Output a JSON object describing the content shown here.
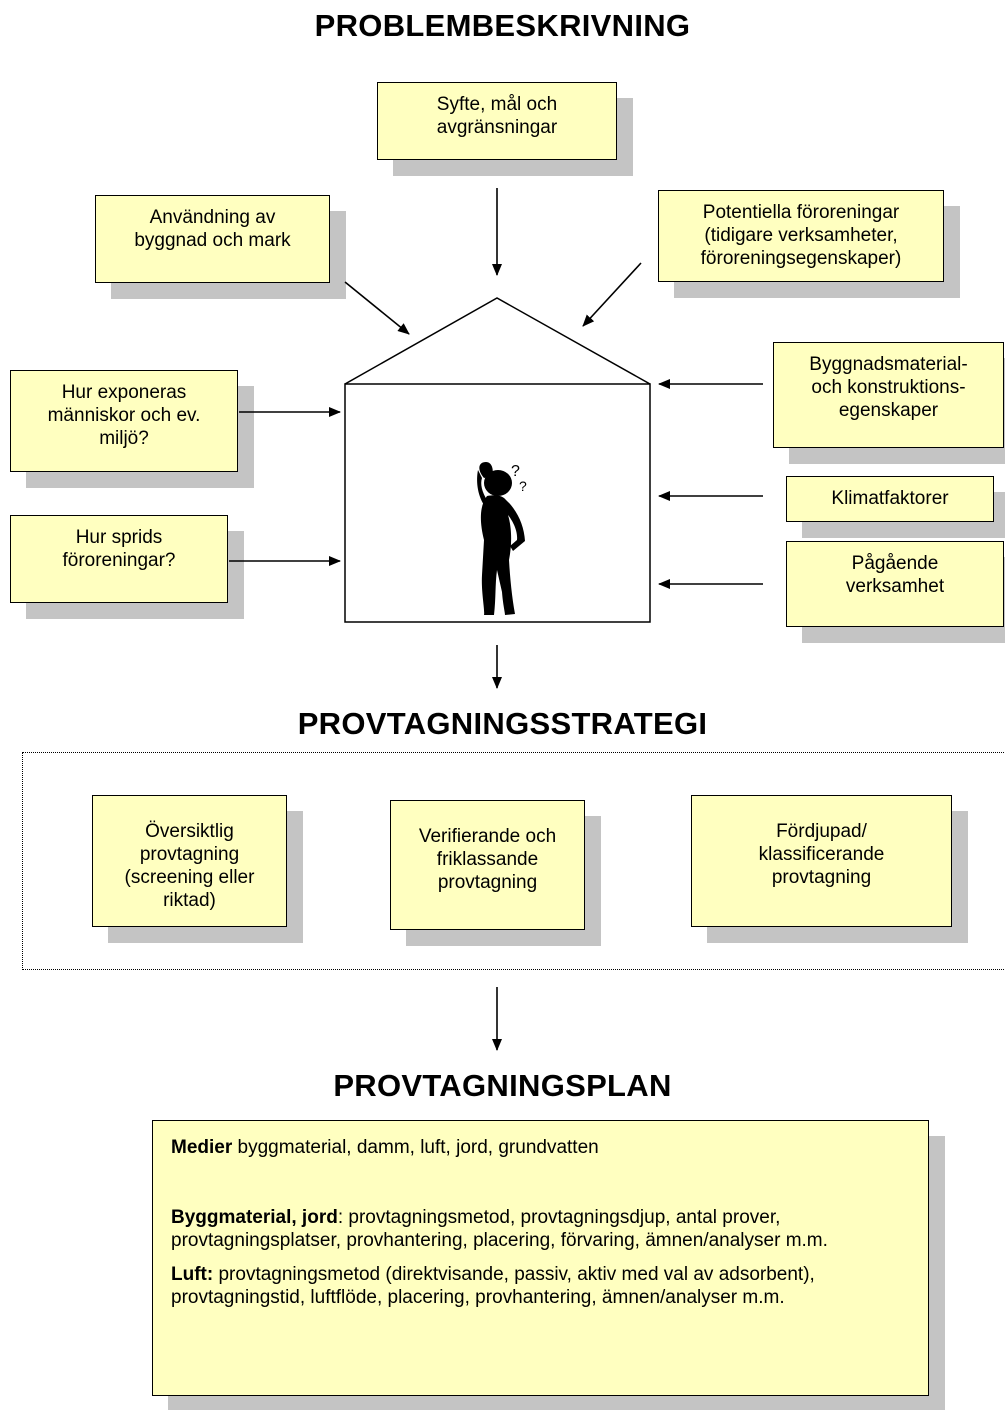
{
  "headings": {
    "problem": "PROBLEMBESKRIVNING",
    "strategy": "PROVTAGNINGSSTRATEGI",
    "plan": "PROVTAGNINGSPLAN"
  },
  "inputs": {
    "syfte": "Syfte, mål och\navgränsningar",
    "anvandning": "Användning av\nbyggnad och mark",
    "potentiella": "Potentiella föroreningar\n(tidigare verksamheter,\nföroreningsegenskaper)",
    "exponeras": "Hur exponeras\nmänniskor och ev.\nmiljö?",
    "sprids": "Hur sprids\nföroreningar?",
    "byggnadsmaterial": "Byggnadsmaterial-\noch konstruktions-\negenskaper",
    "klimat": "Klimatfaktorer",
    "pagaende": "Pågående\nverksamhet"
  },
  "strategy": {
    "oversiktlig": "Översiktlig\nprovtagning\n(screening eller\nriktad)",
    "verifierande": "Verifierande och\nfriklassande\nprovtagning",
    "fordjupad": "Fördjupad/\nklassificerande\nprovtagning"
  },
  "plan": {
    "medier_label": "Medier",
    "medier_text": " byggmaterial, damm, luft, jord, grundvatten",
    "bygg_label": "Byggmaterial, jord",
    "bygg_text": ": provtagningsmetod, provtagningsdjup, antal prover, provtagningsplatser, provhantering, placering, förvaring, ämnen/analyser m.m.",
    "luft_label": "Luft:",
    "luft_text": " provtagningsmetod (direktvisande, passiv, aktiv med val av adsorbent), provtagningstid, luftflöde, placering, provhantering, ämnen/analyser m.m."
  },
  "icons": [
    "house-icon",
    "thinking-person-icon",
    "arrow-icon"
  ]
}
